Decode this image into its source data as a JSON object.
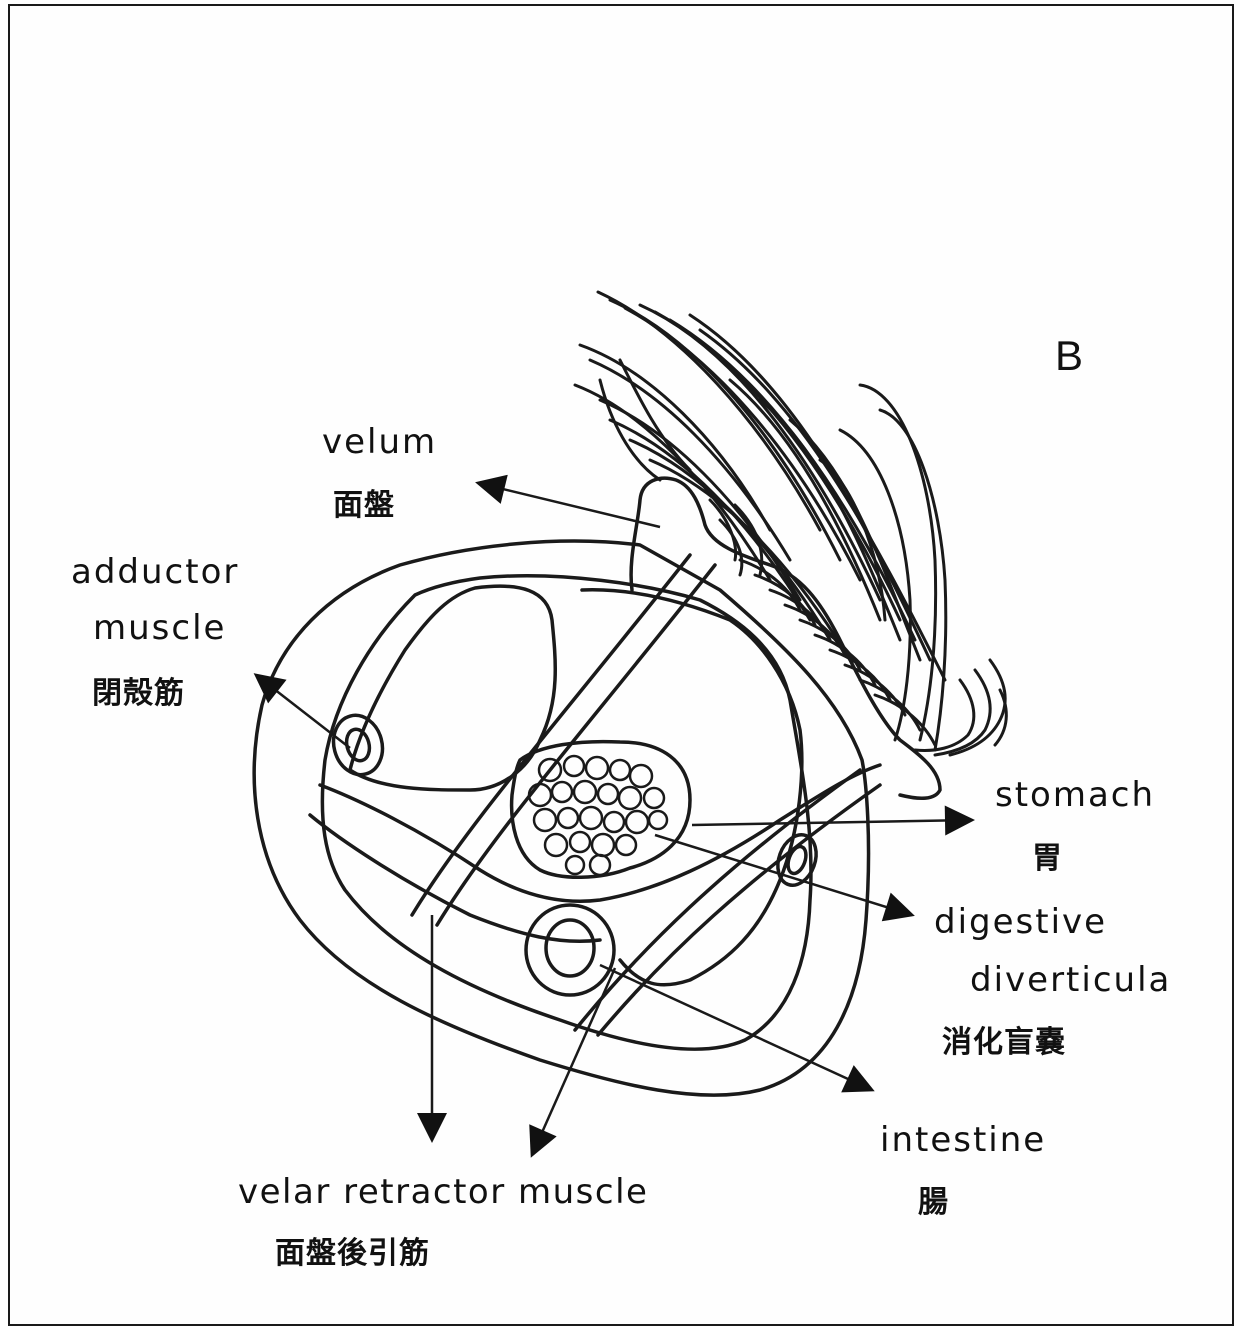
{
  "figure": {
    "panel_letter": "B",
    "labels": {
      "velum_en": "velum",
      "velum_jp": "面盤",
      "adductor_en_1": "adductor",
      "adductor_en_2": "muscle",
      "adductor_jp": "閉殻筋",
      "stomach_en": "stomach",
      "stomach_jp": "胃",
      "digestive_en_1": "digestive",
      "digestive_en_2": "diverticula",
      "digestive_jp": "消化盲嚢",
      "intestine_en": "intestine",
      "intestine_jp": "腸",
      "velar_en": "velar retractor muscle",
      "velar_jp": "面盤後引筋"
    }
  }
}
